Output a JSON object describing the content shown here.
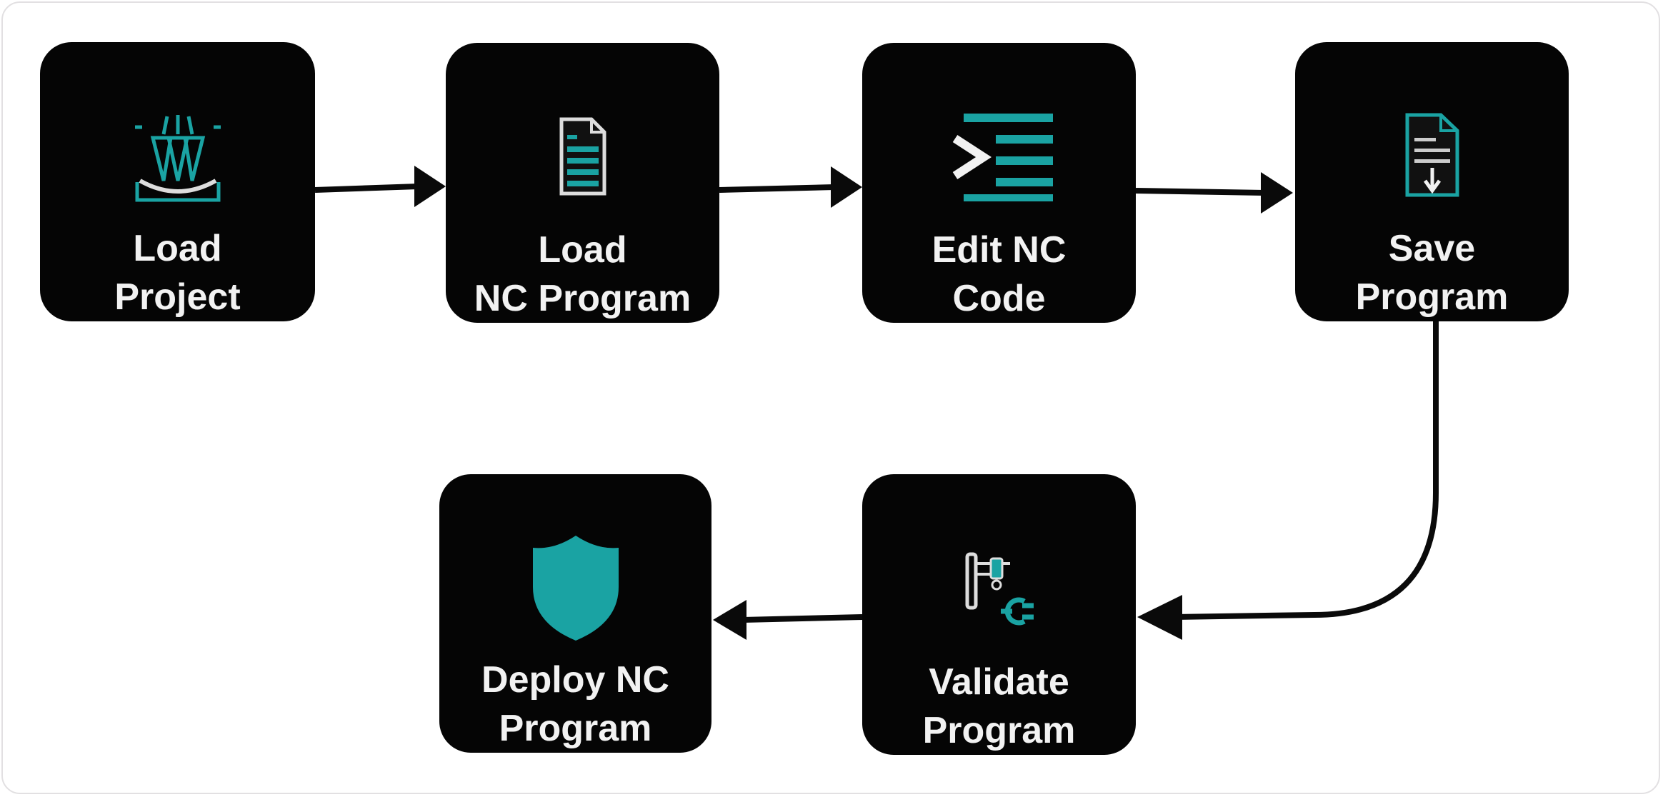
{
  "colors": {
    "node_bg": "#050505",
    "accent": "#1aa3a3",
    "label": "#f2f2f2",
    "arrow": "#0a0a0a"
  },
  "nodes": [
    {
      "id": "load-project",
      "icon": "machine-tool-icon",
      "lines": [
        "Load",
        "Project"
      ]
    },
    {
      "id": "load-nc-program",
      "icon": "document-icon",
      "lines": [
        "Load",
        "NC Program"
      ]
    },
    {
      "id": "edit-nc-code",
      "icon": "terminal-code-icon",
      "lines": [
        "Edit NC",
        "Code"
      ]
    },
    {
      "id": "save-program",
      "icon": "save-document-icon",
      "lines": [
        "Save",
        "Program"
      ]
    },
    {
      "id": "validate-program",
      "icon": "plug-tool-icon",
      "lines": [
        "Validate",
        "Program"
      ]
    },
    {
      "id": "deploy-nc-program",
      "icon": "shield-icon",
      "lines": [
        "Deploy NC",
        "Program"
      ]
    }
  ],
  "edges": [
    [
      "load-project",
      "load-nc-program"
    ],
    [
      "load-nc-program",
      "edit-nc-code"
    ],
    [
      "edit-nc-code",
      "save-program"
    ],
    [
      "save-program",
      "validate-program"
    ],
    [
      "validate-program",
      "deploy-nc-program"
    ]
  ]
}
